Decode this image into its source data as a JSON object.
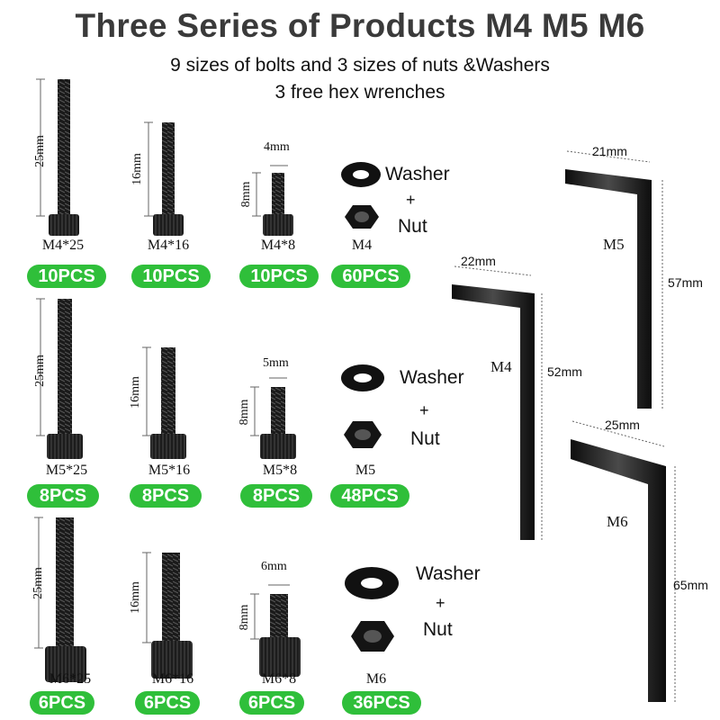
{
  "header": {
    "title": "Three Series of  Products M4 M5 M6",
    "subtitle1": "9 sizes of bolts and  3 sizes of nuts &Washers",
    "subtitle2": "3 free hex  wrenches"
  },
  "rows": [
    {
      "bolts": [
        {
          "caption": "M4*25",
          "length_label": "25mm",
          "qty": "10PCS"
        },
        {
          "caption": "M4*16",
          "length_label": "16mm",
          "qty": "10PCS"
        },
        {
          "caption": "M4*8",
          "length_label": "8mm",
          "dia_label": "4mm",
          "qty": "10PCS"
        }
      ],
      "nut": {
        "caption": "M4",
        "washer_label": "Washer",
        "plus": "+",
        "nut_label": "Nut",
        "qty": "60PCS"
      }
    },
    {
      "bolts": [
        {
          "caption": "M5*25",
          "length_label": "25mm",
          "qty": "8PCS"
        },
        {
          "caption": "M5*16",
          "length_label": "16mm",
          "qty": "8PCS"
        },
        {
          "caption": "M5*8",
          "length_label": "8mm",
          "dia_label": "5mm",
          "qty": "8PCS"
        }
      ],
      "nut": {
        "caption": "M5",
        "washer_label": "Washer",
        "plus": "+",
        "nut_label": "Nut",
        "qty": "48PCS"
      }
    },
    {
      "bolts": [
        {
          "caption": "M6*25",
          "length_label": "25mm",
          "qty": "6PCS"
        },
        {
          "caption": "M6*16",
          "length_label": "16mm",
          "qty": "6PCS"
        },
        {
          "caption": "M6*8",
          "length_label": "8mm",
          "dia_label": "6mm",
          "qty": "6PCS"
        }
      ],
      "nut": {
        "caption": "M6",
        "washer_label": "Washer",
        "plus": "+",
        "nut_label": "Nut",
        "qty": "36PCS"
      }
    }
  ],
  "wrenches": [
    {
      "label": "M4",
      "short_arm": "22mm",
      "long_arm": "52mm"
    },
    {
      "label": "M5",
      "short_arm": "21mm",
      "long_arm": "57mm"
    },
    {
      "label": "M6",
      "short_arm": "25mm",
      "long_arm": "65mm"
    }
  ],
  "colors": {
    "pill": "#2fbf3a",
    "title": "#3a3a3a",
    "hardware": "#111111"
  }
}
